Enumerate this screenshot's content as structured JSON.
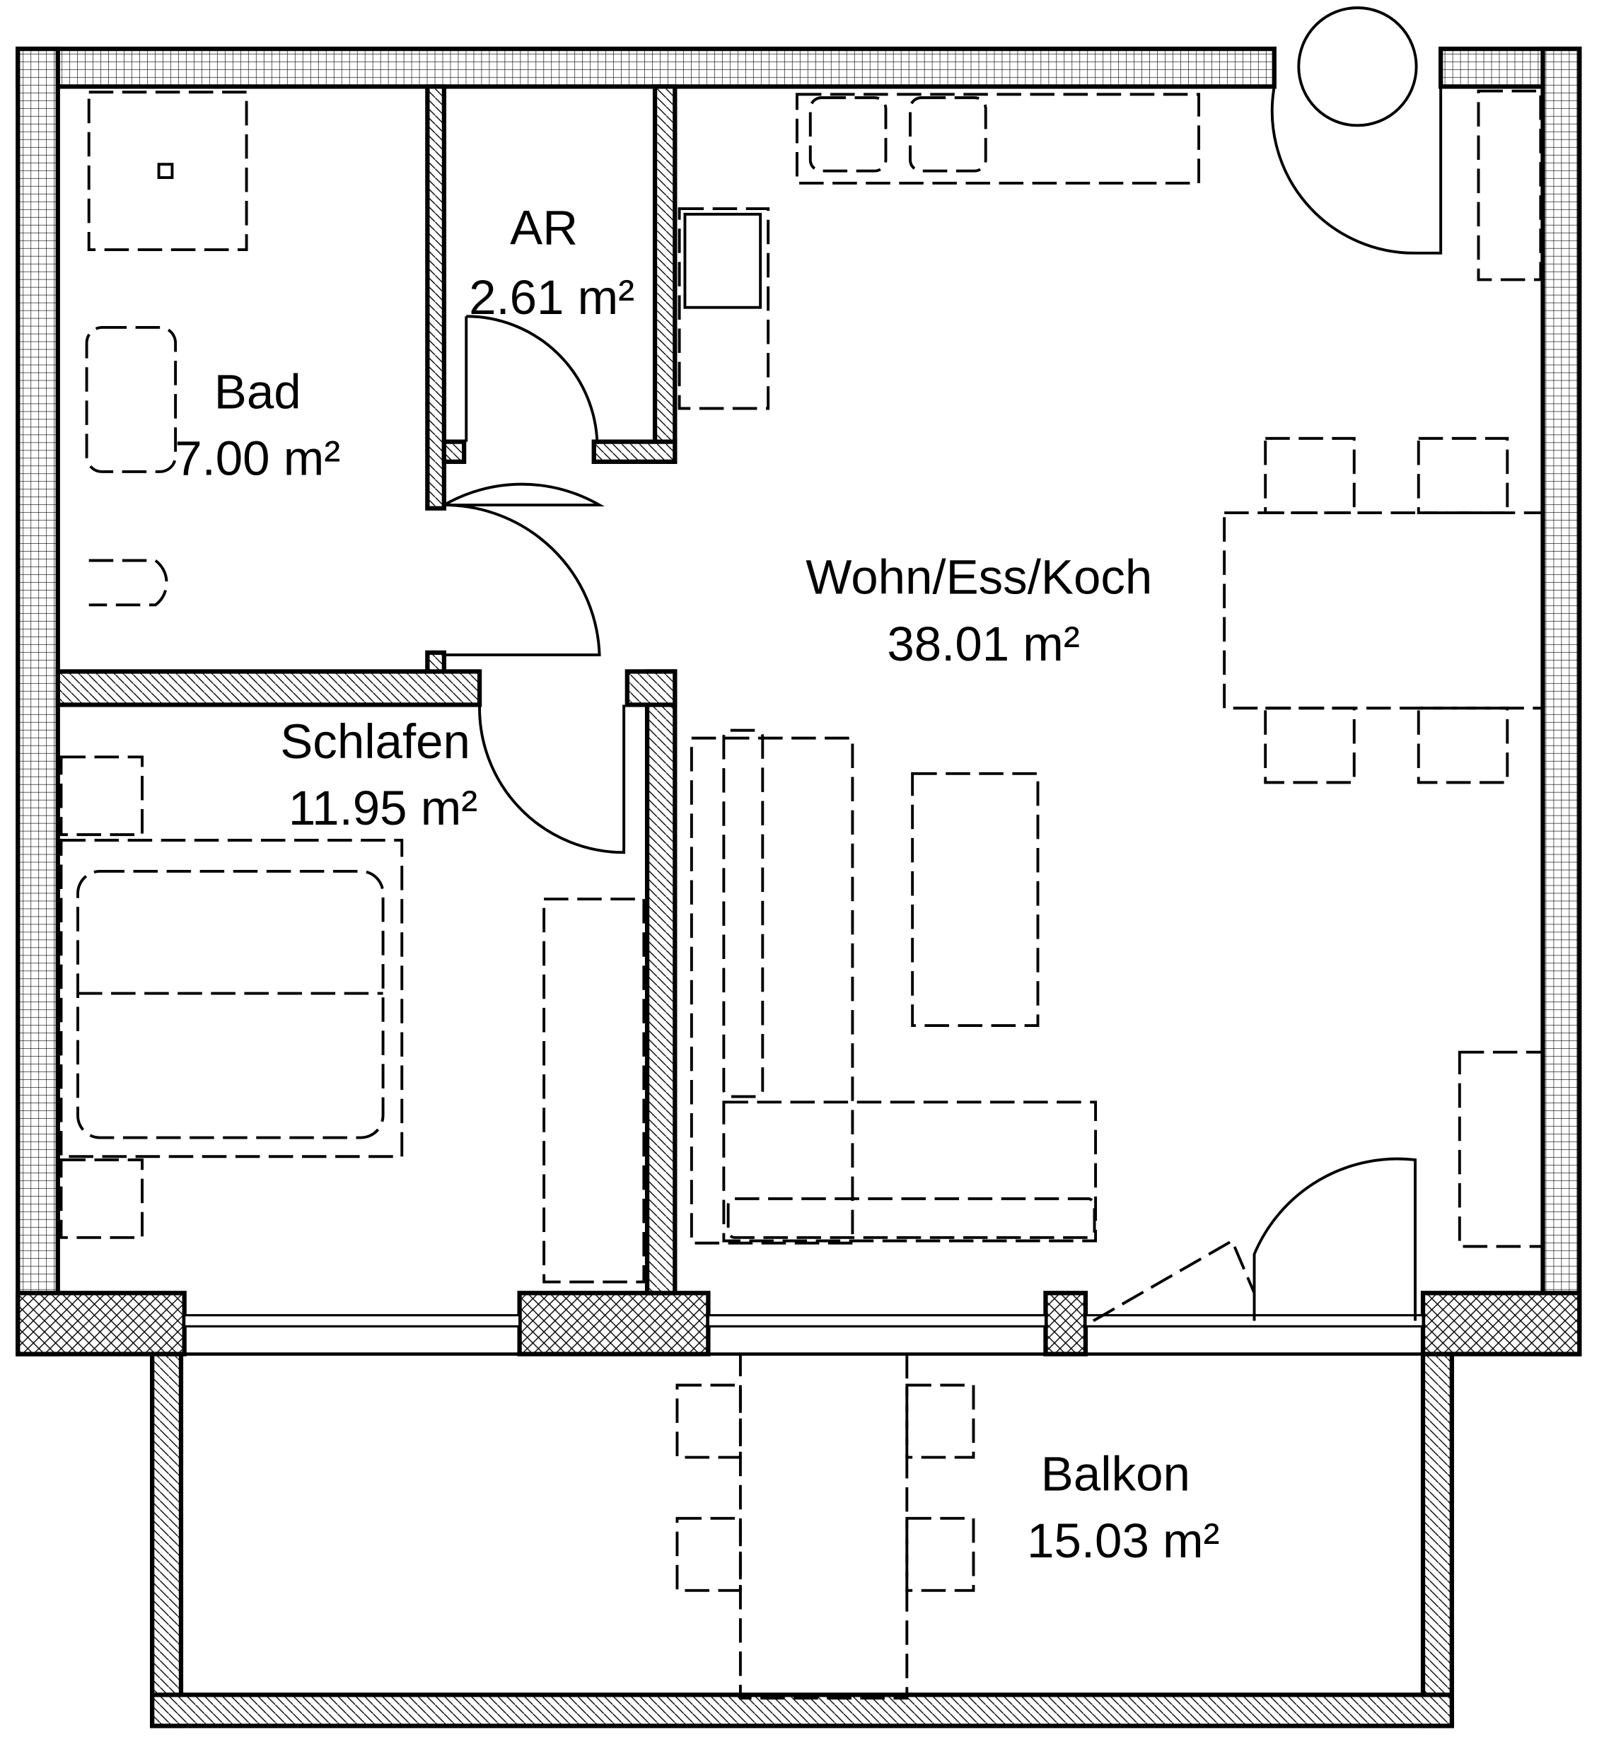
{
  "rooms": {
    "bad": {
      "name": "Bad",
      "area": "7.00 m²"
    },
    "ar": {
      "name": "AR",
      "area": "2.61 m²"
    },
    "wohn": {
      "name": "Wohn/Ess/Koch",
      "area": "38.01 m²"
    },
    "schlafen": {
      "name": "Schlafen",
      "area": "11.95 m²"
    },
    "balkon": {
      "name": "Balkon",
      "area": "15.03 m²"
    }
  },
  "colors": {
    "line": "#000000",
    "background": "#ffffff"
  }
}
